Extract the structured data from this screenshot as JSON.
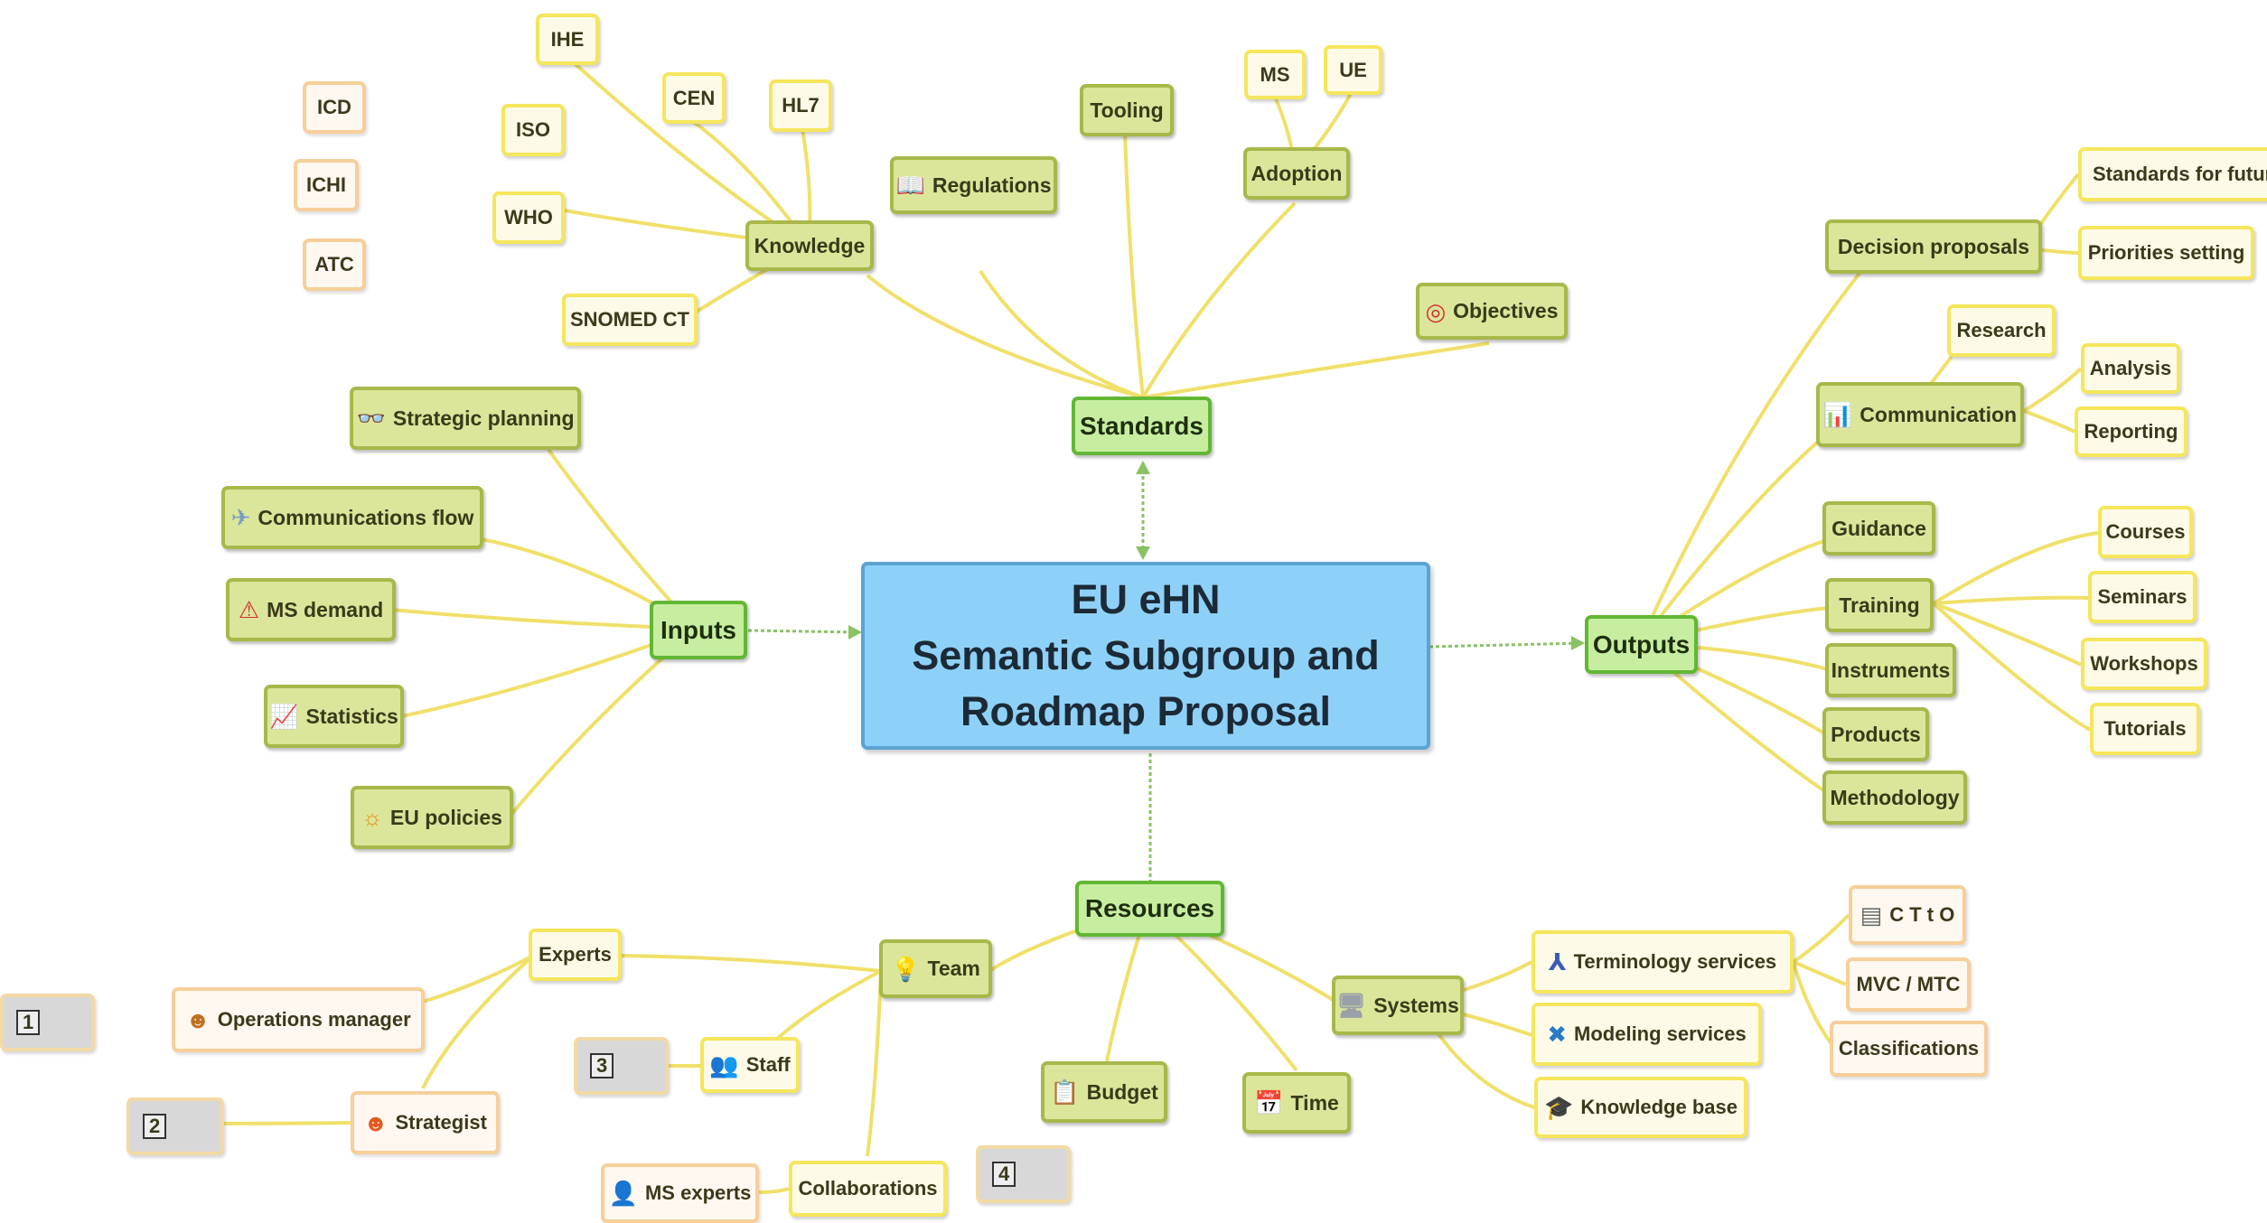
{
  "center": {
    "line1": "EU eHN",
    "line2": "Semantic Subgroup and",
    "line3": "Roadmap Proposal"
  },
  "branches": {
    "standards": "Standards",
    "inputs": "Inputs",
    "outputs": "Outputs",
    "resources": "Resources"
  },
  "standards": {
    "knowledge": "Knowledge",
    "regulations": "Regulations",
    "tooling": "Tooling",
    "adoption": "Adoption",
    "objectives": "Objectives",
    "ihe": "IHE",
    "cen": "CEN",
    "hl7": "HL7",
    "iso": "ISO",
    "who": "WHO",
    "icd": "ICD",
    "ichi": "ICHI",
    "atc": "ATC",
    "snomed": "SNOMED CT",
    "ms": "MS",
    "ue": "UE"
  },
  "inputs": {
    "strategic_planning": "Strategic planning",
    "communications_flow": "Communications flow",
    "ms_demand": "MS demand",
    "statistics": "Statistics",
    "eu_policies": "EU policies"
  },
  "outputs": {
    "decision_proposals": "Decision proposals",
    "standards_future": "Standards for future",
    "priorities": "Priorities setting",
    "research": "Research",
    "communication": "Communication",
    "analysis": "Analysis",
    "reporting": "Reporting",
    "guidance": "Guidance",
    "training": "Training",
    "instruments": "Instruments",
    "products": "Products",
    "methodology": "Methodology",
    "courses": "Courses",
    "seminars": "Seminars",
    "workshops": "Workshops",
    "tutorials": "Tutorials"
  },
  "resources": {
    "team": "Team",
    "experts": "Experts",
    "operations_manager": "Operations manager",
    "strategist": "Strategist",
    "staff": "Staff",
    "collaborations": "Collaborations",
    "ms_experts": "MS experts",
    "budget": "Budget",
    "time": "Time",
    "systems": "Systems",
    "terminology_services": "Terminology services",
    "modeling_services": "Modeling services",
    "knowledge_base": "Knowledge base",
    "ctto": "C T t O",
    "mvc_mtc": "MVC / MTC",
    "classifications": "Classifications",
    "num1": "1",
    "num2": "2",
    "num3": "3",
    "num4": "4"
  }
}
